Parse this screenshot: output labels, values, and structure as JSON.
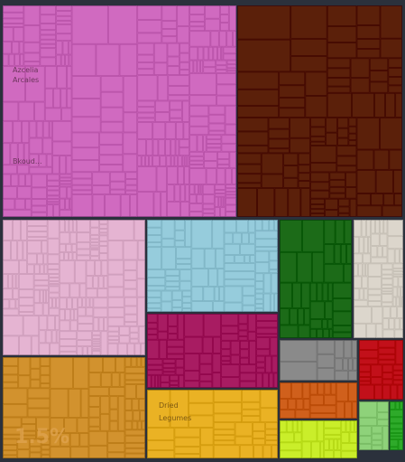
{
  "chart_data": {
    "type": "treemap",
    "tiles": [
      {
        "id": "pink-large",
        "color": "#d06ac0",
        "labels": [
          "Azcelia",
          "Arcales",
          "Bkoud..."
        ]
      },
      {
        "id": "brown",
        "color": "#5b200a",
        "labels": []
      },
      {
        "id": "light-pink",
        "color": "#e5b4d2",
        "labels": []
      },
      {
        "id": "light-blue",
        "color": "#96ccdc",
        "labels": []
      },
      {
        "id": "dark-green",
        "color": "#1c6b18",
        "labels": []
      },
      {
        "id": "beige",
        "color": "#dcd6cc",
        "labels": []
      },
      {
        "id": "crimson",
        "color": "#a81c62",
        "labels": []
      },
      {
        "id": "grey",
        "color": "#8a8a8a",
        "labels": []
      },
      {
        "id": "red",
        "color": "#c2101a",
        "labels": []
      },
      {
        "id": "orange",
        "color": "#d2922e",
        "labels": [
          "1.5%"
        ]
      },
      {
        "id": "gold",
        "color": "#eab224",
        "labels": [
          "Dried",
          "Legumes"
        ]
      },
      {
        "id": "dark-orange",
        "color": "#d0601c",
        "labels": []
      },
      {
        "id": "lime",
        "color": "#caee2a",
        "labels": []
      },
      {
        "id": "pale-green",
        "color": "#8ed27a",
        "labels": []
      },
      {
        "id": "green",
        "color": "#2eaa2a",
        "labels": []
      }
    ]
  }
}
